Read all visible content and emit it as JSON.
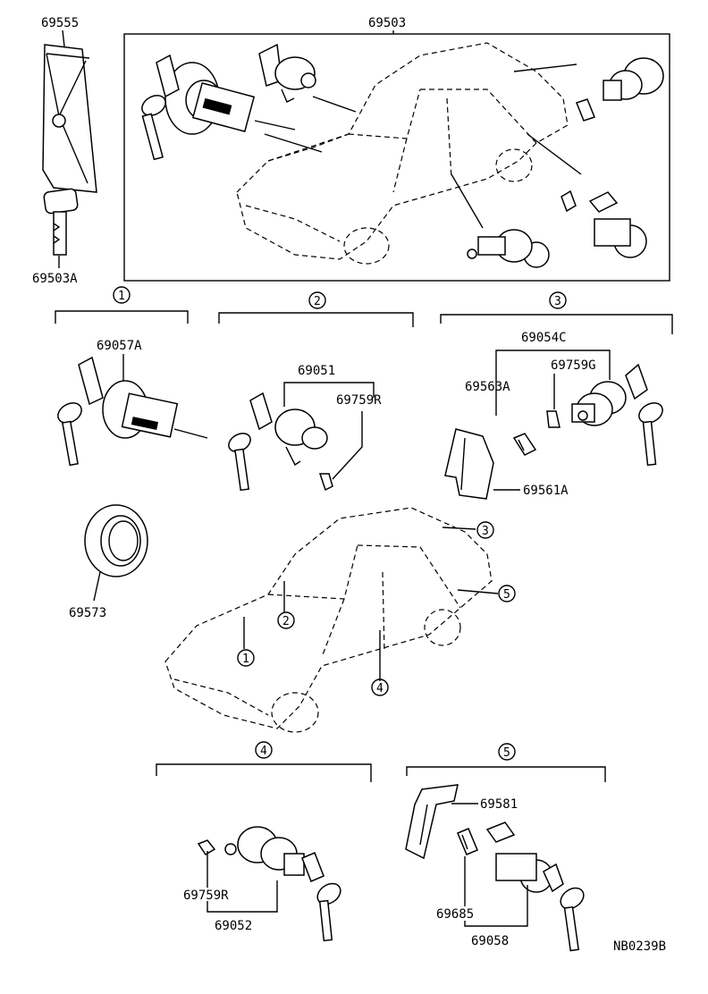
{
  "labels": {
    "p69555": "69555",
    "p69503": "69503",
    "p69503A": "69503A",
    "p69057A": "69057A",
    "p69051": "69051",
    "p69759R_a": "69759R",
    "p69054C": "69054C",
    "p69759G": "69759G",
    "p69563A": "69563A",
    "p69561A": "69561A",
    "p69573": "69573",
    "p69581": "69581",
    "p69759R_b": "69759R",
    "p69052": "69052",
    "p69685": "69685",
    "p69058": "69058",
    "doc_code": "NB0239B"
  },
  "group_markers": [
    "1",
    "2",
    "3",
    "4",
    "5"
  ],
  "car_markers": [
    "1",
    "2",
    "3",
    "4",
    "5"
  ]
}
